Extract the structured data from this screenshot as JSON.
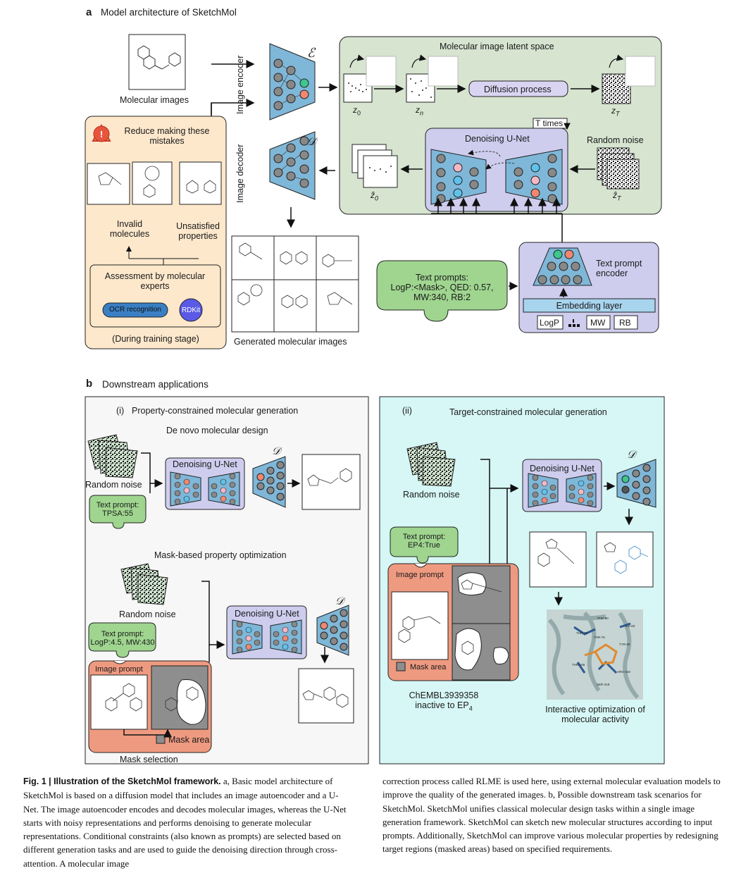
{
  "panel_a": {
    "letter": "a",
    "title": "Model architecture of SketchMol",
    "molecular_images": "Molecular images",
    "image_encoder": "Image encoder",
    "image_decoder": "Image decoder",
    "encoder_symbol": "ℰ",
    "decoder_symbol": "𝒟",
    "latent_space": "Molecular image latent space",
    "diffusion_process": "Diffusion process",
    "z0": "z",
    "z0_sub": "0",
    "zn": "z",
    "zn_sub": "n",
    "zT": "z",
    "zT_sub": "T",
    "z0_hat": "ẑ",
    "z0_hat_sub": "0",
    "zT_hat": "ẑ",
    "zT_hat_sub": "T",
    "t_times": "T times",
    "denoising_unet": "Denoising U-Net",
    "random_noise": "Random noise",
    "text_prompt_encoder": "Text prompt encoder",
    "embedding_layer": "Embedding layer",
    "tokens": [
      "LogP",
      "MW",
      "RB"
    ],
    "text_prompts": "Text prompts:",
    "text_prompts_body": "LogP:<Mask>, QED: 0.57, MW:340, RB:2",
    "generated_images": "Generated molecular images",
    "warning_text": "Reduce making these mistakes",
    "invalid": "Invalid molecules",
    "unsatisfied": "Unsatisfied properties",
    "assessment": "Assessment by molecular experts",
    "ocr": "OCR recognition",
    "rdkit": "RDKit",
    "training_stage": "(During training stage)"
  },
  "panel_b": {
    "letter": "b",
    "title": "Downstream applications",
    "left": {
      "index": "(i)",
      "title": "Property-constrained molecular generation",
      "denovo": "De novo molecular design",
      "random_noise": "Random noise",
      "text_prompt": "Text prompt:",
      "text_prompt_value": "TPSA:55",
      "unet": "Denoising U-Net",
      "mask_opt": "Mask-based property optimization",
      "random_noise2": "Random noise",
      "text_prompt2": "Text prompt:",
      "text_prompt2_value": "LogP:4.5, MW:430",
      "image_prompt": "Image prompt",
      "mask_area": "Mask area",
      "mask_selection": "Mask selection",
      "unet2": "Denoising U-Net"
    },
    "right": {
      "index": "(ii)",
      "title": "Target-constrained molecular generation",
      "random_noise": "Random noise",
      "unet": "Denoising U-Net",
      "text_prompt": "Text prompt:",
      "text_prompt_value": "EP4:True",
      "image_prompt": "Image prompt",
      "mask_area": "Mask area",
      "chembl": "ChEMBL3939358",
      "inactive": "inactive to EP",
      "inactive_sub": "4",
      "interactive": "Interactive optimization of molecular activity",
      "residues": [
        "PHE-80",
        "THR-76",
        "ILE-83",
        "TYR-60",
        "THR-168",
        "ARG-316",
        "SER-319",
        "THR-79"
      ]
    }
  },
  "caption": {
    "label": "Fig. 1 | Illustration of the SketchMol framework.",
    "left_text": " a, Basic model architecture of SketchMol is based on a diffusion model that includes an image autoencoder and a U-Net. The image autoencoder encodes and decodes molecular images, whereas the U-Net starts with noisy representations and performs denoising to generate molecular representations. Conditional constraints (also known as prompts) are selected based on different generation tasks and are used to guide the denoising direction through cross-attention. A molecular image",
    "right_text": "correction process called RLME is used here, using external molecular evaluation models to improve the quality of the generated images. b, Possible downstream task scenarios for SketchMol. SketchMol unifies classical molecular design tasks within a single image generation framework. SketchMol can sketch new molecular structures according to input prompts. Additionally, SketchMol can improve various molecular properties by redesigning target regions (masked areas) based on specified requirements."
  },
  "colors": {
    "latent_bg": "#d6e4d0",
    "unet_bg": "#cfcdee",
    "assessment_bg": "#fde8cc",
    "prompt_green": "#9fd58f",
    "salmon": "#ee9a80",
    "cyan_panel": "#d6f7f5",
    "net_blue": "#7fb7d8",
    "node_green": "#3fc68d",
    "node_salmon": "#f08870",
    "node_blue": "#5fc2ea",
    "node_pink": "#f4b8c4"
  }
}
